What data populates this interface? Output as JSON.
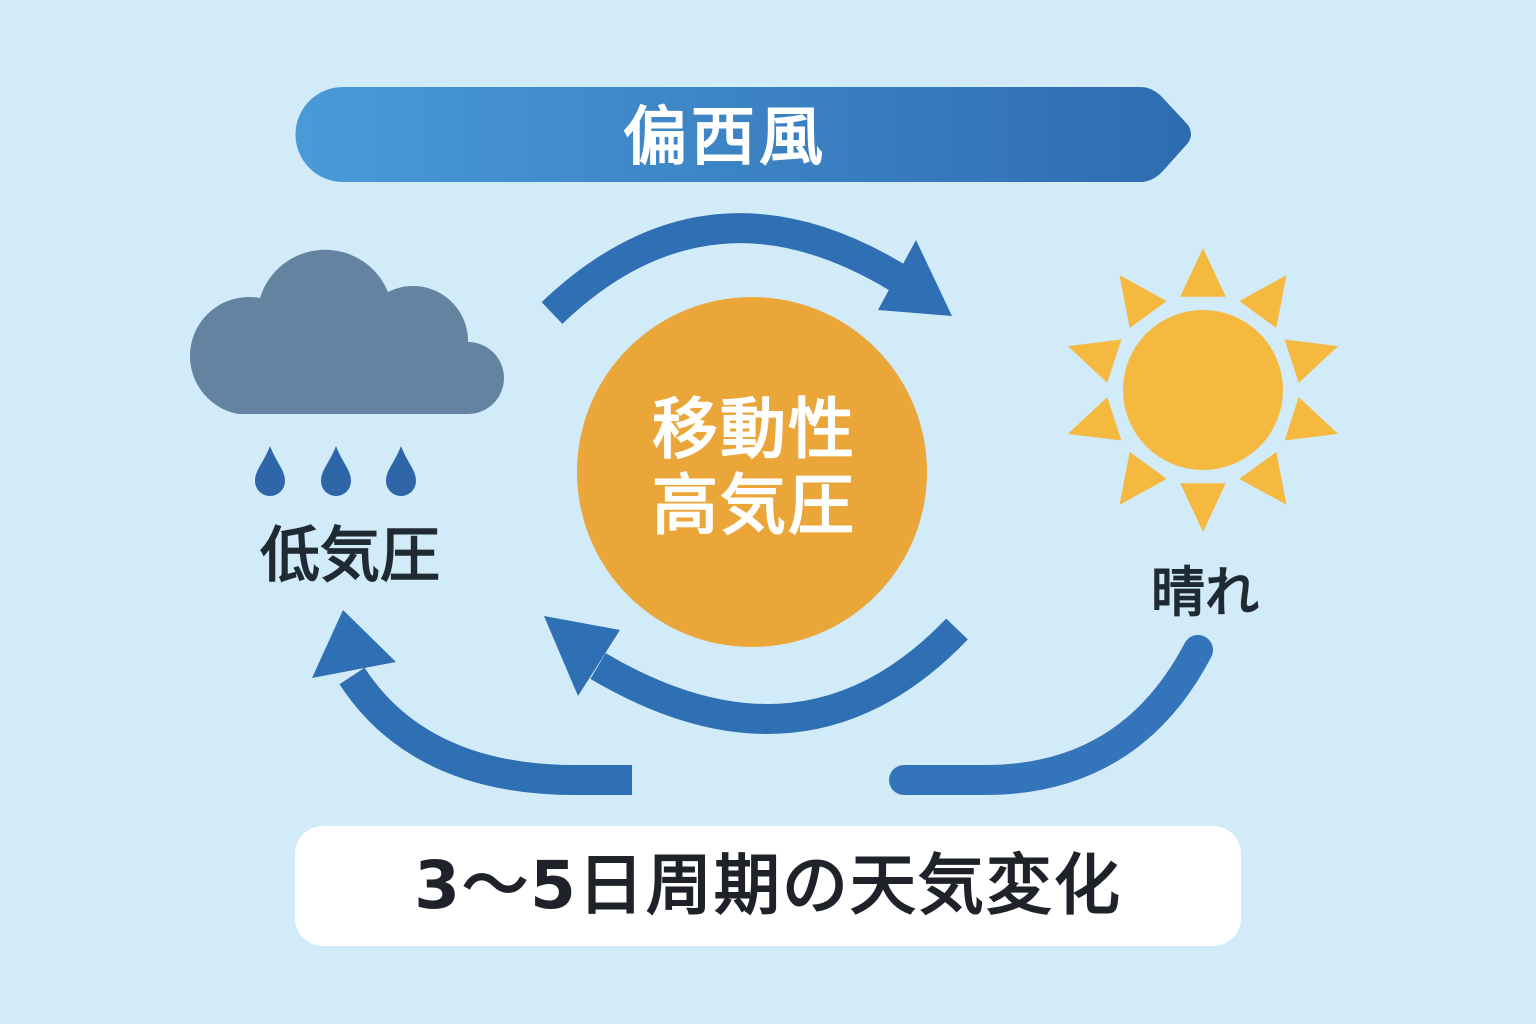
{
  "banner": {
    "label": "偏西風"
  },
  "center": {
    "line1": "移動性",
    "line2": "高気圧"
  },
  "left": {
    "label": "低気圧",
    "icon": "rain-cloud-icon"
  },
  "right": {
    "label": "晴れ",
    "icon": "sun-icon"
  },
  "caption": {
    "label": "3～5日周期の天気変化"
  },
  "colors": {
    "background": "#d2ebf8",
    "arrow_blue": "#2f6fb3",
    "high_pressure_orange": "#eba63a",
    "cloud_gray": "#6383a0",
    "rain_blue": "#2f66a8",
    "sun_yellow": "#f5b93f"
  }
}
